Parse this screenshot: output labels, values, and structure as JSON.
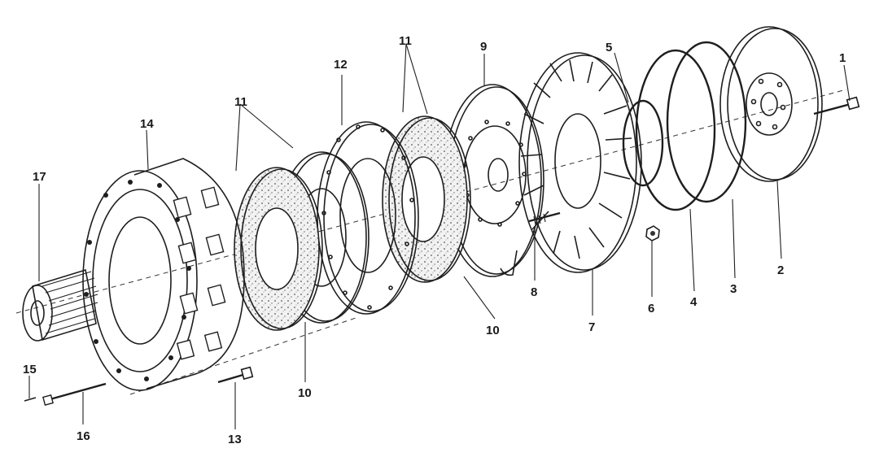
{
  "callouts": [
    {
      "id": "c1",
      "number": "1"
    },
    {
      "id": "c2",
      "number": "2"
    },
    {
      "id": "c3",
      "number": "3"
    },
    {
      "id": "c4",
      "number": "4"
    },
    {
      "id": "c5",
      "number": "5"
    },
    {
      "id": "c6",
      "number": "6"
    },
    {
      "id": "c7",
      "number": "7"
    },
    {
      "id": "c8",
      "number": "8"
    },
    {
      "id": "c9",
      "number": "9"
    },
    {
      "id": "c10a",
      "number": "10"
    },
    {
      "id": "c10b",
      "number": "10"
    },
    {
      "id": "c11a",
      "number": "11"
    },
    {
      "id": "c11b",
      "number": "11"
    },
    {
      "id": "c12",
      "number": "12"
    },
    {
      "id": "c13",
      "number": "13"
    },
    {
      "id": "c14",
      "number": "14"
    },
    {
      "id": "c15",
      "number": "15"
    },
    {
      "id": "c16",
      "number": "16"
    },
    {
      "id": "c17",
      "number": "17"
    }
  ],
  "colors": {
    "ink": "#1e1e1e",
    "paper": "#ffffff",
    "facing": "#f3f3f3"
  }
}
